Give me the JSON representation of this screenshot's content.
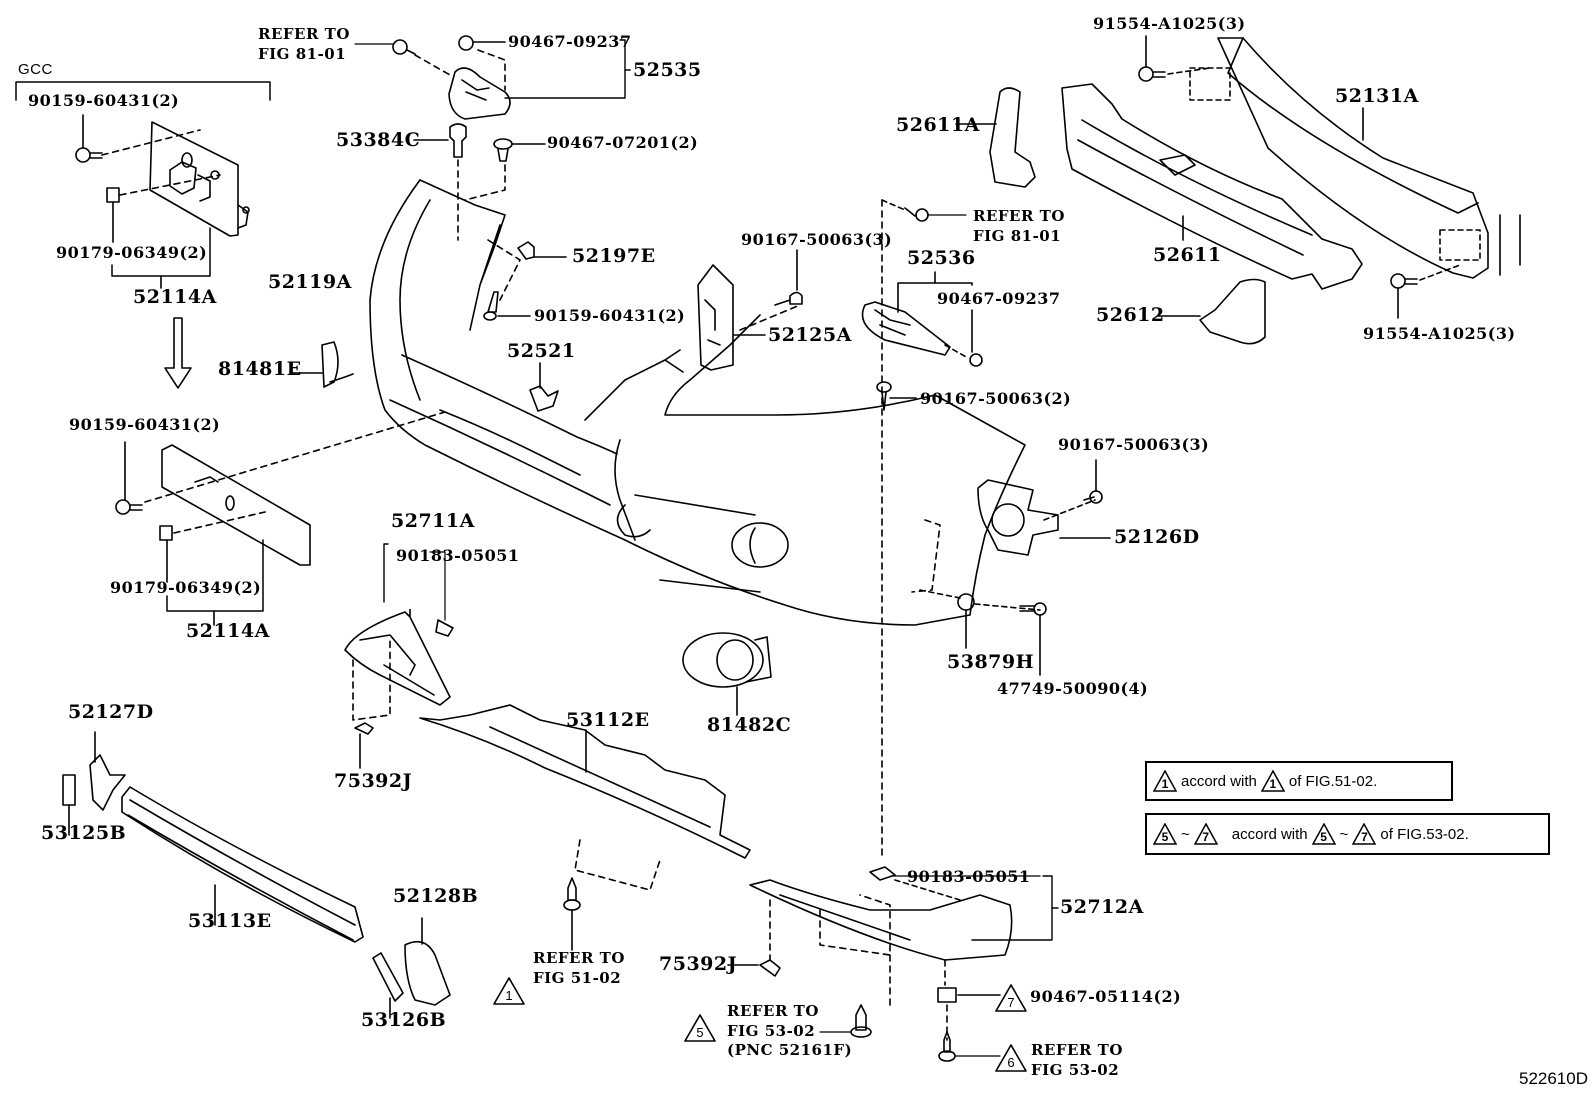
{
  "diagram": {
    "figure_id": "522610D",
    "group_label": "GCC",
    "labels": {
      "refer_81_01_top": [
        "REFER TO",
        "FIG 81-01"
      ],
      "p90467_09237_top": "90467-09237",
      "p52535": "52535",
      "p53384C": "53384C",
      "p90467_07201": "90467-07201(2)",
      "p90159_60431_gcc": "90159-60431(2)",
      "p90179_06349_gcc": "90179-06349(2)",
      "p52114A_gcc": "52114A",
      "p52119A": "52119A",
      "p52197E": "52197E",
      "p90159_60431_mid": "90159-60431(2)",
      "p81481E": "81481E",
      "p52521": "52521",
      "p90159_60431_low": "90159-60431(2)",
      "p90179_06349_low": "90179-06349(2)",
      "p52114A_low": "52114A",
      "p52611A": "52611A",
      "refer_81_01_mid": [
        "REFER TO",
        "FIG 81-01"
      ],
      "p90167_50063_3a": "90167-50063(3)",
      "p52125A": "52125A",
      "p52536": "52536",
      "p90467_09237_mid": "90467-09237",
      "p90167_50063_2": "90167-50063(2)",
      "p91554_A1025_top": "91554-A1025(3)",
      "p52131A": "52131A",
      "p52611": "52611",
      "p52612": "52612",
      "p91554_A1025_bot": "91554-A1025(3)",
      "p90167_50063_3b": "90167-50063(3)",
      "p52126D": "52126D",
      "p53879H": "53879H",
      "p47749_50090": "47749-50090(4)",
      "p52711A": "52711A",
      "p90183_05051_left": "90183-05051",
      "p75392J_left": "75392J",
      "p53112E": "53112E",
      "p81482C": "81482C",
      "p52127D": "52127D",
      "p53125B": "53125B",
      "p53113E": "53113E",
      "p52128B": "52128B",
      "p53126B": "53126B",
      "refer_51_02": [
        "REFER TO",
        "FIG 51-02"
      ],
      "p75392J_right": "75392J",
      "refer_53_02_pnc": [
        "REFER TO",
        "FIG 53-02",
        "(PNC 52161F)"
      ],
      "p90183_05051_right": "90183-05051",
      "p52712A": "52712A",
      "p90467_05114": "90467-05114(2)",
      "refer_53_02_b": [
        "REFER TO",
        "FIG 53-02"
      ]
    },
    "ref_triangles": {
      "refer_51_02": "1",
      "refer_53_02_pnc": "5",
      "p90467_05114": "7",
      "refer_53_02_b": "6"
    },
    "legend": [
      {
        "from": "1",
        "to": null,
        "text": "accord with",
        "ref_from": "1",
        "ref_to": null,
        "suffix": "of FIG.51-02."
      },
      {
        "from": "5",
        "to": "7",
        "text": "accord with",
        "ref_from": "5",
        "ref_to": "7",
        "suffix": "of FIG.53-02."
      }
    ]
  }
}
